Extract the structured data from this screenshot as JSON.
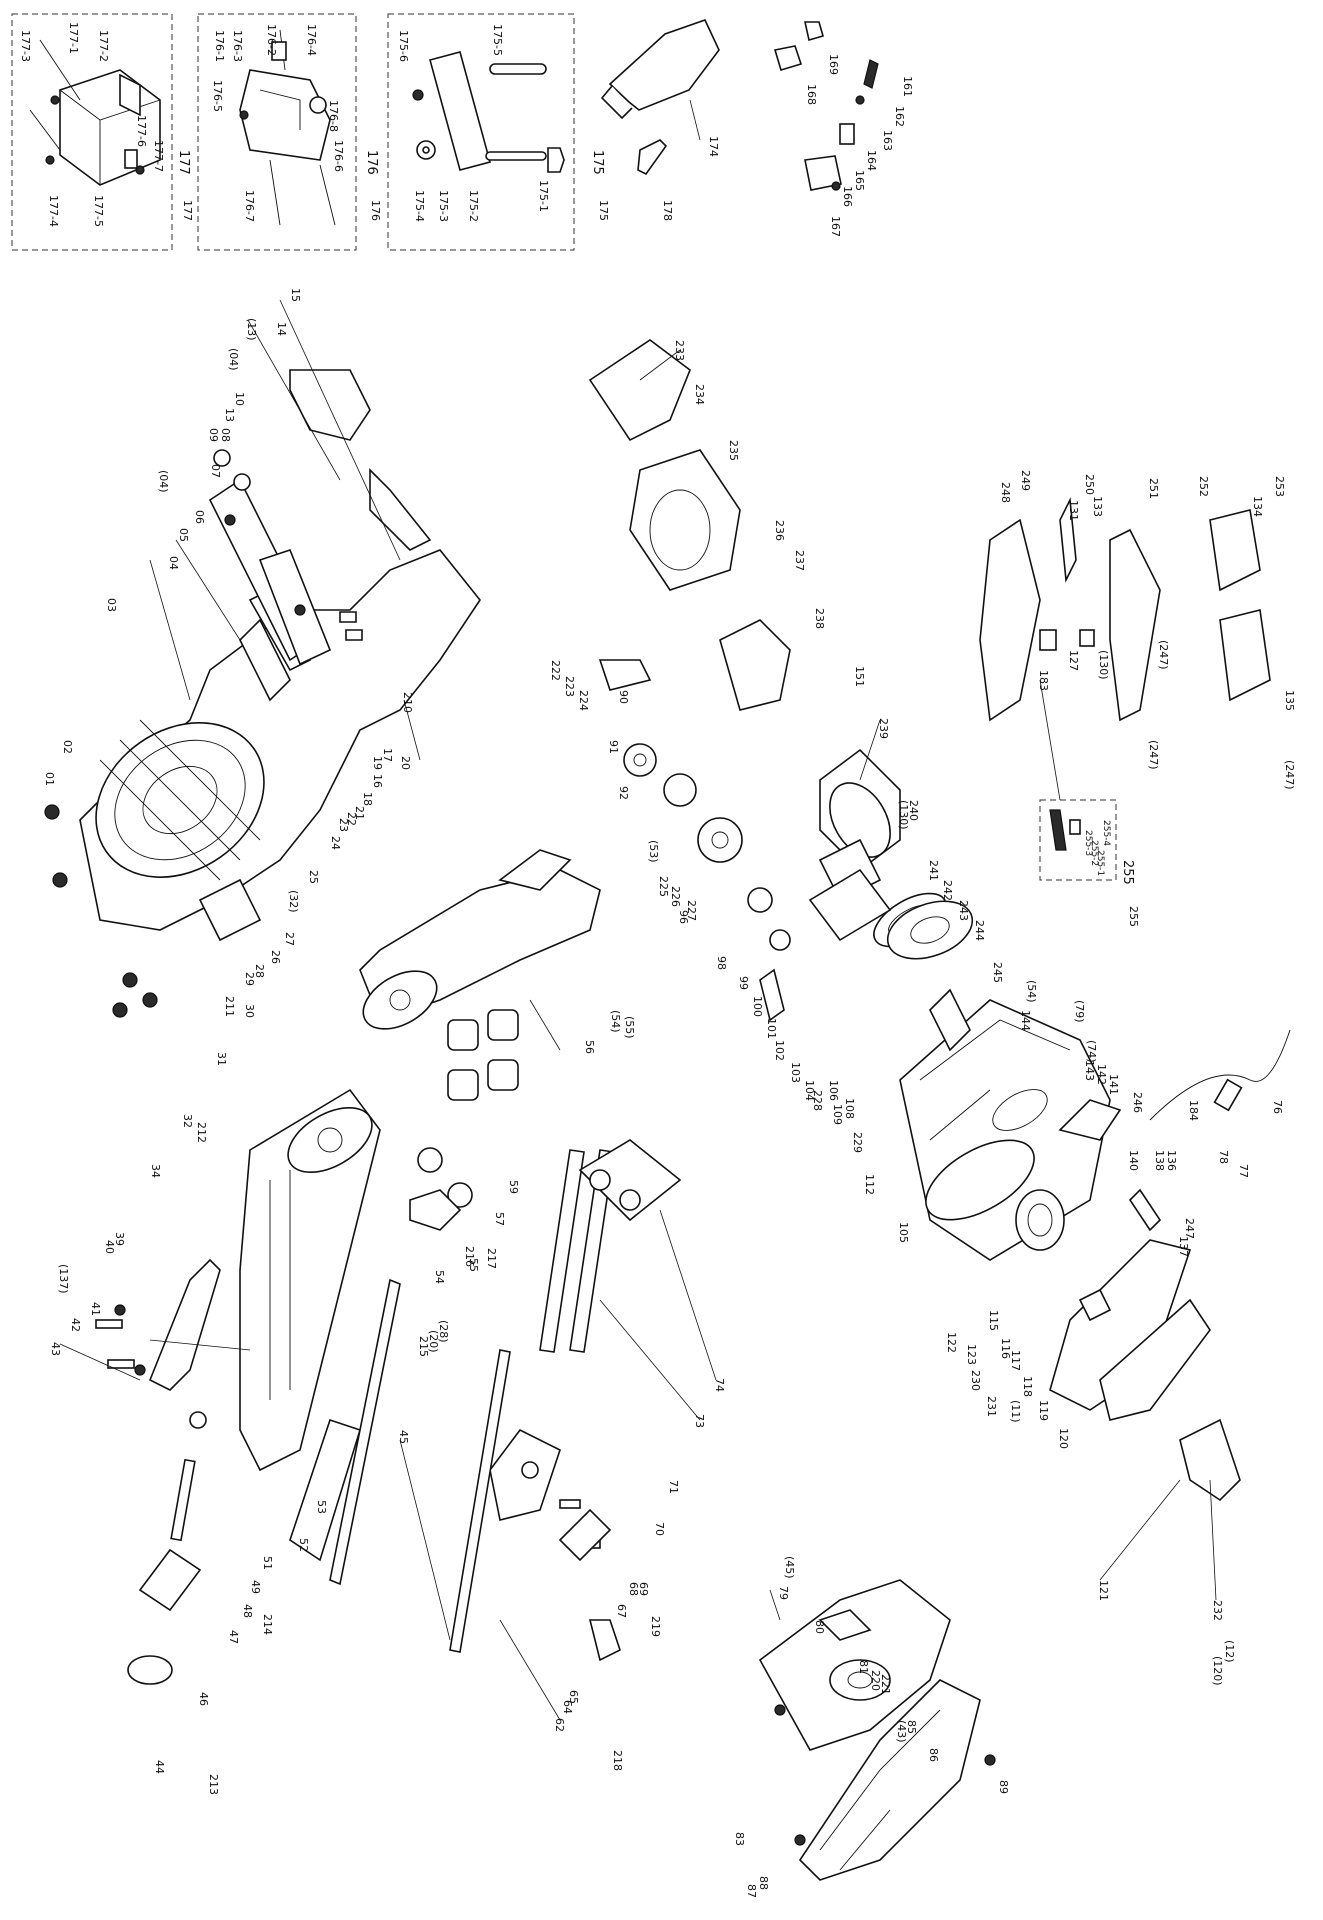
{
  "sheet": {
    "type": "exploded-parts-diagram"
  },
  "insets": [
    {
      "id": "inset-177",
      "number": "177",
      "labels": [
        "177-1",
        "177-2",
        "177-3",
        "177-4",
        "177-5",
        "177-6",
        "177-7"
      ]
    },
    {
      "id": "inset-176",
      "number": "176",
      "labels": [
        "176-1",
        "176-2",
        "176-3",
        "176-4",
        "176-5",
        "176-6",
        "176-7",
        "176-8"
      ]
    },
    {
      "id": "inset-175",
      "number": "175",
      "labels": [
        "175-1",
        "175-2",
        "175-3",
        "175-4",
        "175-5",
        "175-6"
      ]
    },
    {
      "id": "inset-255",
      "number": "255",
      "labels": [
        "255-1",
        "255-2",
        "255-3",
        "255-4"
      ]
    }
  ],
  "part_labels": [
    "01",
    "02",
    "03",
    "04",
    "05",
    "06",
    "07",
    "08",
    "09",
    "10",
    "13",
    "14",
    "15",
    "16",
    "17",
    "18",
    "19",
    "20",
    "21",
    "22",
    "23",
    "24",
    "25",
    "26",
    "27",
    "28",
    "29",
    "30",
    "31",
    "32",
    "34",
    "39",
    "40",
    "41",
    "42",
    "43",
    "44",
    "45",
    "46",
    "47",
    "48",
    "49",
    "51",
    "52",
    "53",
    "54",
    "55",
    "56",
    "57",
    "59",
    "62",
    "64",
    "65",
    "67",
    "68",
    "69",
    "70",
    "71",
    "73",
    "74",
    "76",
    "77",
    "78",
    "79",
    "80",
    "81",
    "83",
    "85",
    "86",
    "87",
    "88",
    "89",
    "90",
    "91",
    "92",
    "96",
    "98",
    "99",
    "100",
    "101",
    "102",
    "103",
    "104",
    "105",
    "106",
    "108",
    "109",
    "112",
    "115",
    "116",
    "117",
    "118",
    "119",
    "120",
    "121",
    "122",
    "123",
    "127",
    "131",
    "133",
    "134",
    "135",
    "136",
    "137",
    "138",
    "140",
    "141",
    "142",
    "143",
    "144",
    "151",
    "161",
    "162",
    "163",
    "164",
    "165",
    "166",
    "167",
    "168",
    "169",
    "174",
    "175",
    "176",
    "177",
    "178",
    "183",
    "184",
    "210",
    "211",
    "212",
    "213",
    "214",
    "215",
    "216",
    "217",
    "218",
    "219",
    "220",
    "221",
    "222",
    "223",
    "224",
    "225",
    "226",
    "227",
    "228",
    "229",
    "230",
    "231",
    "232",
    "233",
    "234",
    "235",
    "236",
    "237",
    "238",
    "239",
    "240",
    "241",
    "242",
    "243",
    "244",
    "245",
    "246",
    "247",
    "248",
    "249",
    "250",
    "251",
    "252",
    "253",
    "255"
  ],
  "ref_labels": [
    "(04)",
    "(04)",
    "(13)",
    "(32)",
    "(45)",
    "(43)",
    "(54)",
    "(54)",
    "(53)",
    "(55)",
    "(74)",
    "(79)",
    "(130)",
    "(130)",
    "(137)",
    "(120)",
    "(28)",
    "(20)",
    "(11)",
    "(12)",
    "(247)",
    "(247)",
    "(247)"
  ]
}
